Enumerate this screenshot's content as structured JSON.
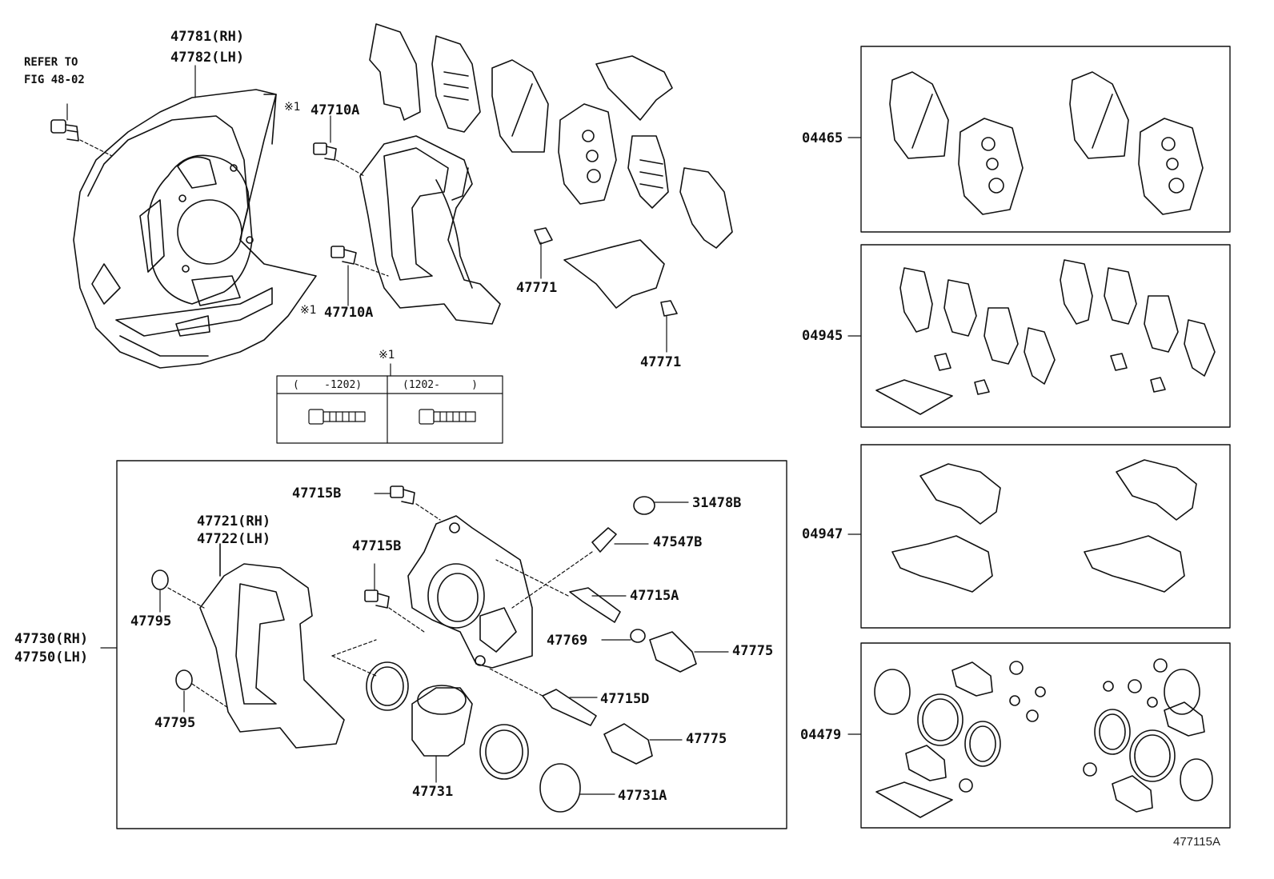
{
  "labels": {
    "refer_1": "REFER TO",
    "refer_2": "FIG 48-02",
    "shield_rh": "47781(RH)",
    "shield_lh": "47782(LH)",
    "bolt_top": "47710A",
    "bolt_bottom": "47710A",
    "note_mark_top": "※1",
    "note_mark_bottom": "※1",
    "note_mark_table": "※1",
    "clip_1": "47771",
    "clip_2": "47771",
    "pin_bolt_top": "47715B",
    "pin_bolt_mid": "47715B",
    "cap": "31478B",
    "bleeder": "47547B",
    "pin_a": "47715A",
    "bush": "47769",
    "boot_1": "47775",
    "pin_d": "47715D",
    "boot_2": "47775",
    "piston": "47731",
    "seal_a": "47731A",
    "mount_rh": "47721(RH)",
    "mount_lh": "47722(LH)",
    "washer_1": "47795",
    "washer_2": "47795",
    "assy_rh": "47730(RH)",
    "assy_lh": "47750(LH)",
    "kit_1": "04465",
    "kit_2": "04945",
    "kit_3": "04947",
    "kit_4": "04479",
    "figure_id": "477115A"
  },
  "date_table": {
    "col_1": "(    -1202)",
    "col_2": "(1202-     )"
  }
}
